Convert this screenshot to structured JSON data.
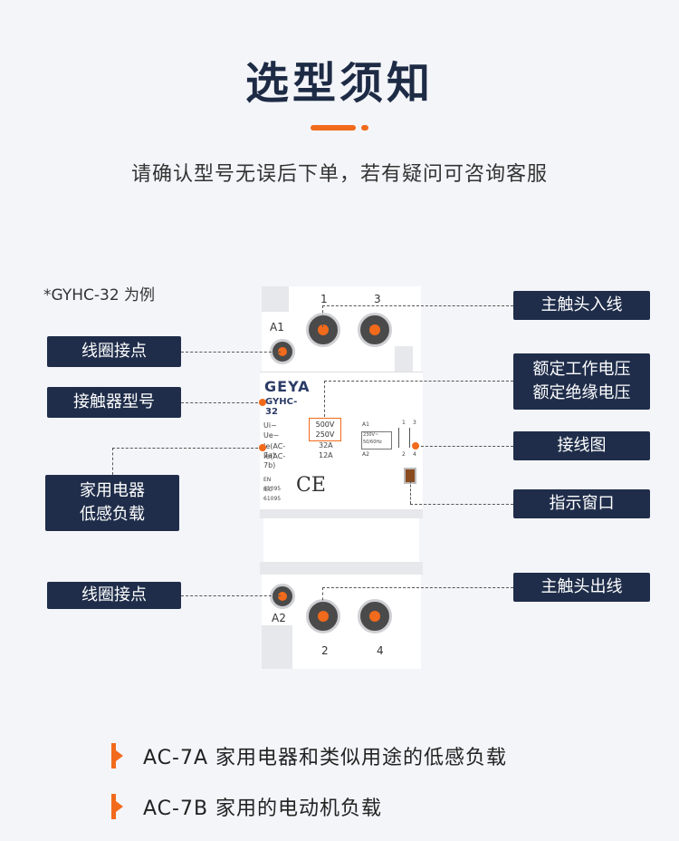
{
  "header": {
    "title": "选型须知",
    "subtitle": "请确认型号无误后下单，若有疑问可咨询客服",
    "accent": "#f26a1b"
  },
  "example_note": "*GYHC-32 为例",
  "labels": {
    "main_contact_in": "主触头入线",
    "coil_contact_top": "线圈接点",
    "rated_voltage_1": "额定工作电压",
    "rated_voltage_2": "额定绝缘电压",
    "contactor_model": "接触器型号",
    "wiring_diagram": "接线图",
    "load_1": "家用电器",
    "load_2": "低感负载",
    "indicator_window": "指示窗口",
    "coil_contact_bottom": "线圈接点",
    "main_contact_out": "主触头出线"
  },
  "device": {
    "brand": "GEYA",
    "model": "GYHC-32",
    "terminal_top_left": "1",
    "terminal_top_right": "3",
    "terminal_bottom_left": "2",
    "terminal_bottom_right": "4",
    "coil_top": "A1",
    "coil_bottom": "A2",
    "spec_ui": "Ui~",
    "spec_ue": "Ue~",
    "spec_ie7a": "Ie(AC-7a)",
    "spec_ie7b": "Ie(AC-7b)",
    "v_ui": "500V",
    "v_ue": "250V",
    "i_7a": "32A",
    "i_7b": "12A",
    "std_en": "EN 61095",
    "std_iec": "IEC 61095",
    "ce_mark": "CE",
    "diag_a1": "A1",
    "diag_a2": "A2",
    "diag_t1": "1",
    "diag_t3": "3",
    "diag_t2": "2",
    "diag_t4": "4",
    "diag_rating_1": "230V~",
    "diag_rating_2": "50/60Hz"
  },
  "notes": [
    "AC-7A 家用电器和类似用途的低感负载",
    "AC-7B 家用的电动机负载"
  ]
}
